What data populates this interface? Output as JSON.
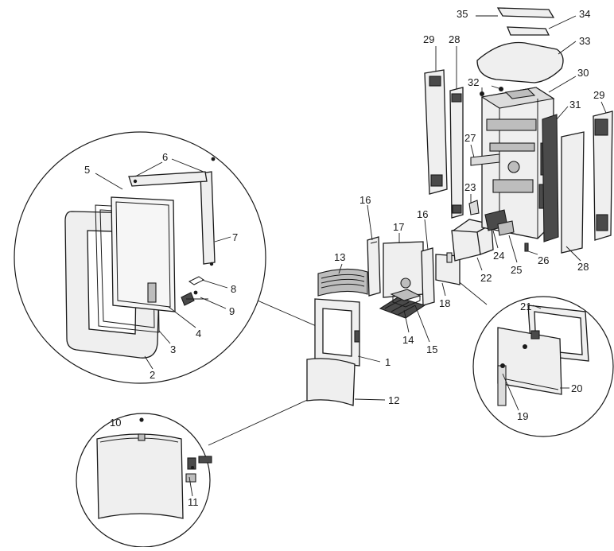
{
  "diagram": {
    "callouts": [
      {
        "id": "1",
        "text": "1"
      },
      {
        "id": "2",
        "text": "2"
      },
      {
        "id": "3",
        "text": "3"
      },
      {
        "id": "4",
        "text": "4"
      },
      {
        "id": "5",
        "text": "5"
      },
      {
        "id": "6",
        "text": "6"
      },
      {
        "id": "7",
        "text": "7"
      },
      {
        "id": "8",
        "text": "8"
      },
      {
        "id": "9",
        "text": "9"
      },
      {
        "id": "10",
        "text": "10"
      },
      {
        "id": "11",
        "text": "11"
      },
      {
        "id": "12",
        "text": "12"
      },
      {
        "id": "13",
        "text": "13"
      },
      {
        "id": "14",
        "text": "14"
      },
      {
        "id": "15",
        "text": "15"
      },
      {
        "id": "16a",
        "text": "16"
      },
      {
        "id": "16b",
        "text": "16"
      },
      {
        "id": "17",
        "text": "17"
      },
      {
        "id": "18",
        "text": "18"
      },
      {
        "id": "19",
        "text": "19"
      },
      {
        "id": "20",
        "text": "20"
      },
      {
        "id": "21",
        "text": "21"
      },
      {
        "id": "22",
        "text": "22"
      },
      {
        "id": "23",
        "text": "23"
      },
      {
        "id": "24",
        "text": "24"
      },
      {
        "id": "25",
        "text": "25"
      },
      {
        "id": "26",
        "text": "26"
      },
      {
        "id": "27",
        "text": "27"
      },
      {
        "id": "28a",
        "text": "28"
      },
      {
        "id": "28b",
        "text": "28"
      },
      {
        "id": "29a",
        "text": "29"
      },
      {
        "id": "29b",
        "text": "29"
      },
      {
        "id": "30",
        "text": "30"
      },
      {
        "id": "31",
        "text": "31"
      },
      {
        "id": "32",
        "text": "32"
      },
      {
        "id": "33",
        "text": "33"
      },
      {
        "id": "34",
        "text": "34"
      },
      {
        "id": "35",
        "text": "35"
      }
    ],
    "colors": {
      "line": "#1a1a1a",
      "fill": "#efefef",
      "dark": "#4a4a4a",
      "background": "#ffffff"
    }
  }
}
